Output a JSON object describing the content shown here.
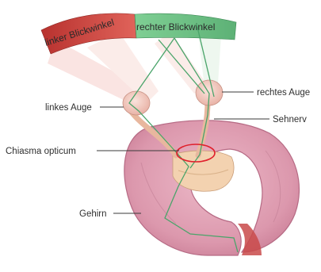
{
  "visual_field": {
    "left_label": "linker Blickwinkel",
    "right_label": "rechter Blickwinkel"
  },
  "labels": {
    "right_eye": "rechtes Auge",
    "left_eye": "linkes Auge",
    "optic_nerve": "Sehnerv",
    "chiasm": "Chiasma opticum",
    "brain": "Gehirn"
  },
  "colors": {
    "left_field": "#d9413a",
    "right_field": "#69bd82",
    "brain_fill": "#d98fa8",
    "chiasm_marker": "#e0202c"
  }
}
